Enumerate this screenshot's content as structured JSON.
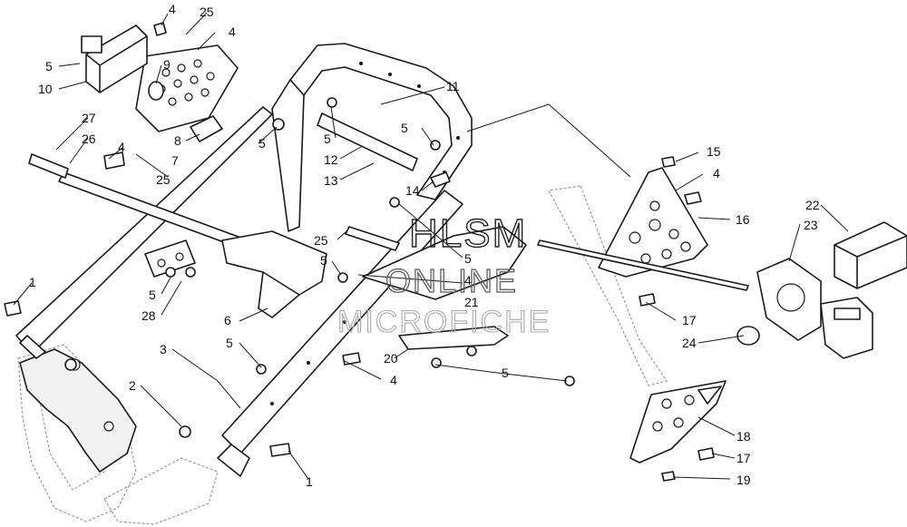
{
  "diagram": {
    "callouts": [
      {
        "id": "c4a",
        "text": "4"
      },
      {
        "id": "c25a",
        "text": "25"
      },
      {
        "id": "c4b",
        "text": "4"
      },
      {
        "id": "c5a",
        "text": "5"
      },
      {
        "id": "c10",
        "text": "10"
      },
      {
        "id": "c9",
        "text": "9"
      },
      {
        "id": "c27",
        "text": "27"
      },
      {
        "id": "c26",
        "text": "26"
      },
      {
        "id": "c4c",
        "text": "4"
      },
      {
        "id": "c8",
        "text": "8"
      },
      {
        "id": "c7",
        "text": "7"
      },
      {
        "id": "c25b",
        "text": "25"
      },
      {
        "id": "c5b",
        "text": "5"
      },
      {
        "id": "c11",
        "text": "11"
      },
      {
        "id": "c5c",
        "text": "5"
      },
      {
        "id": "c5d",
        "text": "5"
      },
      {
        "id": "c12",
        "text": "12"
      },
      {
        "id": "c13",
        "text": "13"
      },
      {
        "id": "c14",
        "text": "14"
      },
      {
        "id": "c15",
        "text": "15"
      },
      {
        "id": "c4d",
        "text": "4"
      },
      {
        "id": "c16",
        "text": "16"
      },
      {
        "id": "c22",
        "text": "22"
      },
      {
        "id": "c23",
        "text": "23"
      },
      {
        "id": "c1a",
        "text": "1"
      },
      {
        "id": "c25c",
        "text": "25"
      },
      {
        "id": "c5e",
        "text": "5"
      },
      {
        "id": "c5f",
        "text": "5"
      },
      {
        "id": "c4e",
        "text": "4"
      },
      {
        "id": "c21",
        "text": "21"
      },
      {
        "id": "c5g",
        "text": "5"
      },
      {
        "id": "c28",
        "text": "28"
      },
      {
        "id": "c6",
        "text": "6"
      },
      {
        "id": "c17a",
        "text": "17"
      },
      {
        "id": "c24",
        "text": "24"
      },
      {
        "id": "c3",
        "text": "3"
      },
      {
        "id": "c5h",
        "text": "5"
      },
      {
        "id": "c20",
        "text": "20"
      },
      {
        "id": "c4f",
        "text": "4"
      },
      {
        "id": "c5i",
        "text": "5"
      },
      {
        "id": "c2",
        "text": "2"
      },
      {
        "id": "c18",
        "text": "18"
      },
      {
        "id": "c17b",
        "text": "17"
      },
      {
        "id": "c19",
        "text": "19"
      },
      {
        "id": "c1b",
        "text": "1"
      }
    ],
    "watermark": {
      "line1": "HLSM",
      "line2": "ONLINE",
      "line3": "MICROFICHE"
    }
  }
}
